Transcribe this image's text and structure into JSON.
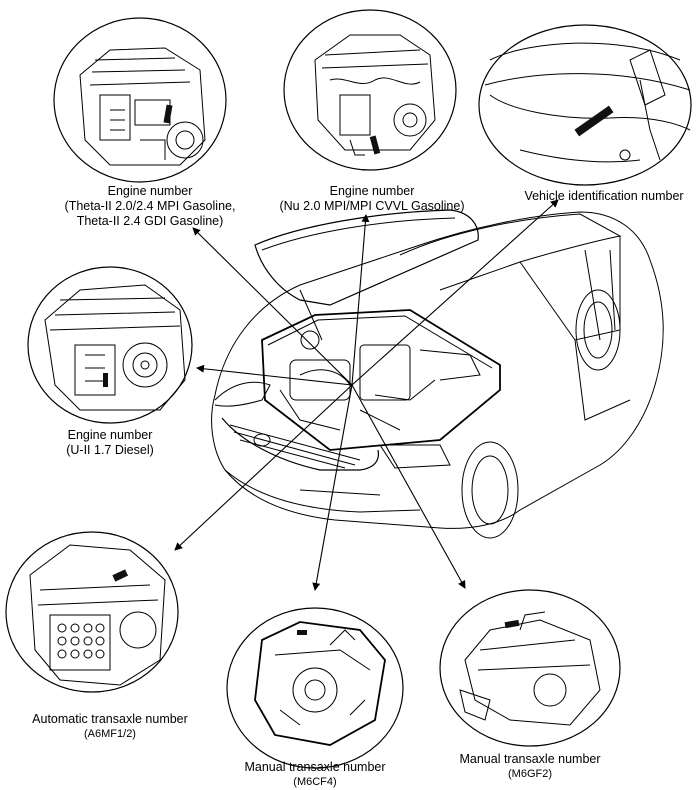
{
  "labels": {
    "engine_theta": {
      "line1": "Engine number",
      "line2": "(Theta-II 2.0/2.4 MPI Gasoline,",
      "line3": "Theta-II 2.4 GDI Gasoline)"
    },
    "engine_nu": {
      "line1": "Engine number",
      "line2": "(Nu 2.0 MPI/MPI CVVL Gasoline)"
    },
    "vin": {
      "line1": "Vehicle identification number"
    },
    "engine_u2": {
      "line1": "Engine number",
      "line2": "(U-II 1.7 Diesel)"
    },
    "auto_transaxle": {
      "line1": "Automatic transaxle number",
      "line2": "(A6MF1/2)"
    },
    "manual_m6cf4": {
      "line1": "Manual transaxle number",
      "line2": "(M6CF4)"
    },
    "manual_m6gf2": {
      "line1": "Manual transaxle number",
      "line2": "(M6GF2)"
    }
  },
  "colors": {
    "line": "#000000",
    "marker": "#111111",
    "background": "#ffffff"
  }
}
